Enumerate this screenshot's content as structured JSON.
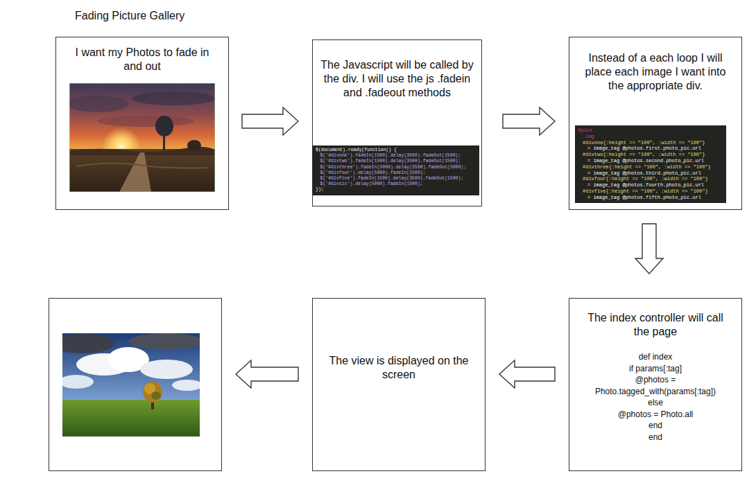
{
  "diagram": {
    "title": "Fading Picture Gallery",
    "nodes": [
      {
        "text": [
          "I want my Photos to fade in and out"
        ]
      },
      {
        "text": [
          "The Javascript will be called by the div. I will use the js .fadein and .fadeout methods"
        ]
      },
      {
        "text": [
          "Instead of a each loop I will place each image I want into the appropriate div."
        ]
      },
      {
        "text": [
          "The index controller will call the page",
          "def index",
          "if params[:tag]",
          "@photos =",
          "Photo.tagged_with(params[:tag])",
          "else",
          "@photos = Photo.all",
          "end",
          "end"
        ]
      },
      {
        "text": [
          "The view is displayed on the screen"
        ]
      },
      {
        "text": []
      }
    ],
    "edges": [
      {
        "from": 0,
        "to": 1,
        "arrow": "to"
      },
      {
        "from": 1,
        "to": 2,
        "arrow": "to"
      },
      {
        "from": 2,
        "to": 3,
        "arrow": "to"
      },
      {
        "from": 3,
        "to": 4,
        "arrow": "to"
      },
      {
        "from": 4,
        "to": 5,
        "arrow": "to"
      }
    ],
    "labels": [
      "$(document).ready(function() {",
      "$('#divone').fadeIn(1500).delay(3500).fadeOut(1500);",
      "$('#divtwo').fadeIn(1500).delay(3500).fadeOut(1500);",
      "$('#divthree').fadeIn(5000).delay(3500).fadeOut(5000);",
      "$('#divfour').delay(5000).fadeIn(1500);",
      "$('#divfive').fadeIn(1500).delay(3500).fadeOut(1500);",
      "$('#divsix').delay(5000).fadeIn(1500);",
      "});",
      "#pics",
      ".img",
      "#divone{:height => \"100\", :width => \"100\"}",
      "= image_tag @photos.first.photo_pic.url",
      "#divtwo{:height => \"100\", :width => \"100\"}",
      "= image_tag @photos.second.photo_pic.url",
      "#divthree{:height => \"100\", :width => \"100\"}",
      "= image_tag @photos.third.photo_pic.url",
      "#divfour{:height => \"100\", :width => \"100\"}",
      "= image_tag @photos.fourth.photo_pic.url",
      "#divfive{:height => \"100\", :width => \"100\"}",
      "= image_tag @photos.fifth.photo_pic.url"
    ]
  }
}
